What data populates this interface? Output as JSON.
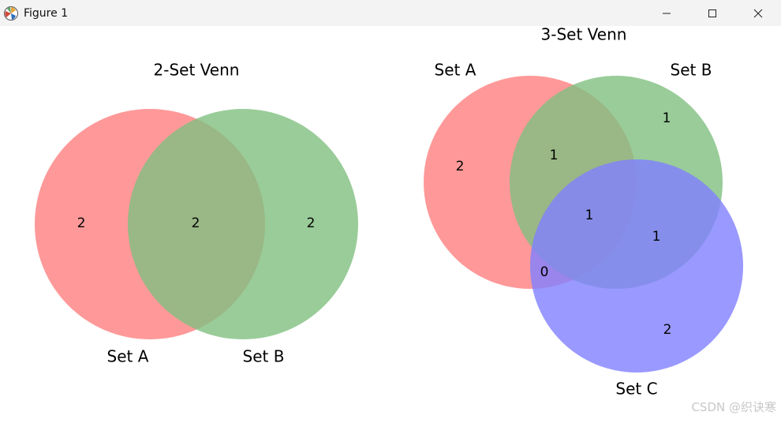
{
  "window": {
    "title": "Figure 1",
    "icon": "matplotlib-logo-icon",
    "controls": [
      "minimize-icon",
      "maximize-icon",
      "close-icon"
    ]
  },
  "watermark": "CSDN @织诀寒",
  "chart_data": [
    {
      "type": "venn2",
      "title": "2-Set Venn",
      "sets": [
        {
          "name": "Set A",
          "color": "#ff7f7f"
        },
        {
          "name": "Set B",
          "color": "#7fbf7f"
        }
      ],
      "regions": [
        {
          "key": "A_only",
          "value": "2"
        },
        {
          "key": "AB",
          "value": "2"
        },
        {
          "key": "B_only",
          "value": "2"
        }
      ]
    },
    {
      "type": "venn3",
      "title": "3-Set Venn",
      "sets": [
        {
          "name": "Set A",
          "color": "#ff7f7f"
        },
        {
          "name": "Set B",
          "color": "#7fbf7f"
        },
        {
          "name": "Set C",
          "color": "#7f7fff"
        }
      ],
      "regions": [
        {
          "key": "A_only",
          "value": "2"
        },
        {
          "key": "B_only",
          "value": "1"
        },
        {
          "key": "AB_only",
          "value": "1"
        },
        {
          "key": "ABC",
          "value": "1"
        },
        {
          "key": "BC_only",
          "value": "1"
        },
        {
          "key": "AC_only",
          "value": "0"
        },
        {
          "key": "C_only",
          "value": "2"
        }
      ]
    }
  ]
}
